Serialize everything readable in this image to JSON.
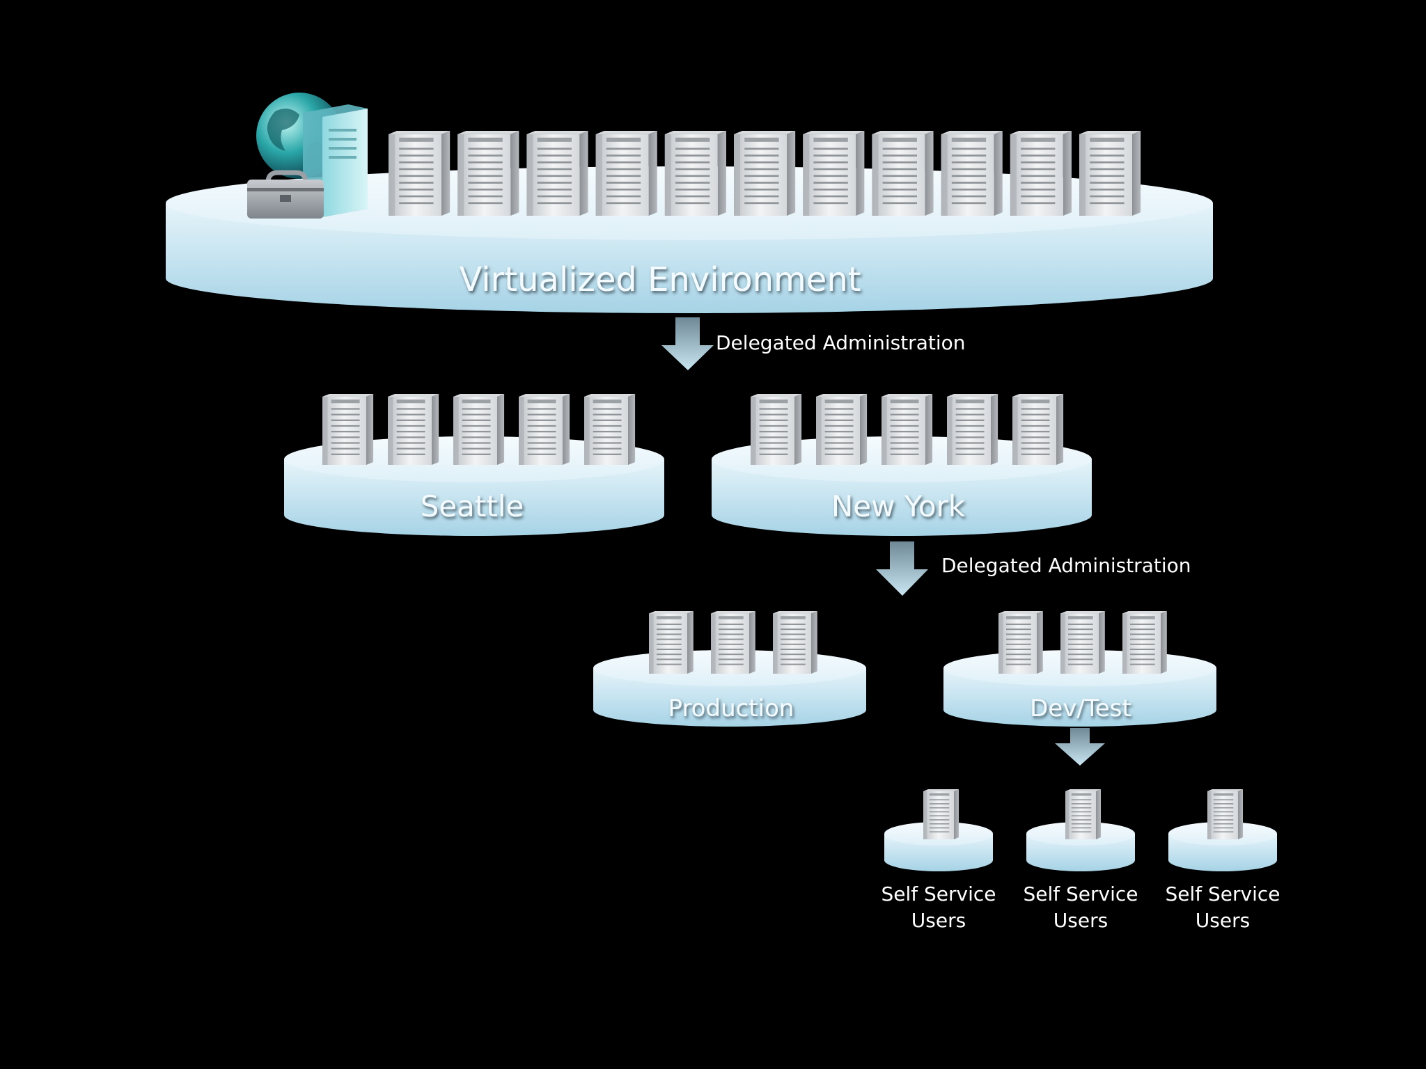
{
  "diagram": {
    "background_color": "#000000",
    "disc_color_light": "#eaf7fc",
    "disc_color_dark": "#a9d6e8",
    "tiers": {
      "virtualized": {
        "label": "Virtualized Environment",
        "server_count": 11
      },
      "seattle": {
        "label": "Seattle",
        "server_count": 5
      },
      "new_york": {
        "label": "New York",
        "server_count": 5
      },
      "production": {
        "label": "Production",
        "server_count": 3
      },
      "dev_test": {
        "label": "Dev/Test",
        "server_count": 3
      }
    },
    "arrows": {
      "first": {
        "label": "Delegated Administration"
      },
      "second": {
        "label": "Delegated Administration"
      }
    },
    "self_service": [
      {
        "line1": "Self Service",
        "line2": "Users"
      },
      {
        "line1": "Self Service",
        "line2": "Users"
      },
      {
        "line1": "Self Service",
        "line2": "Users"
      }
    ],
    "management_icons": [
      "globe-icon",
      "toolbox-icon",
      "management-server-icon"
    ]
  }
}
